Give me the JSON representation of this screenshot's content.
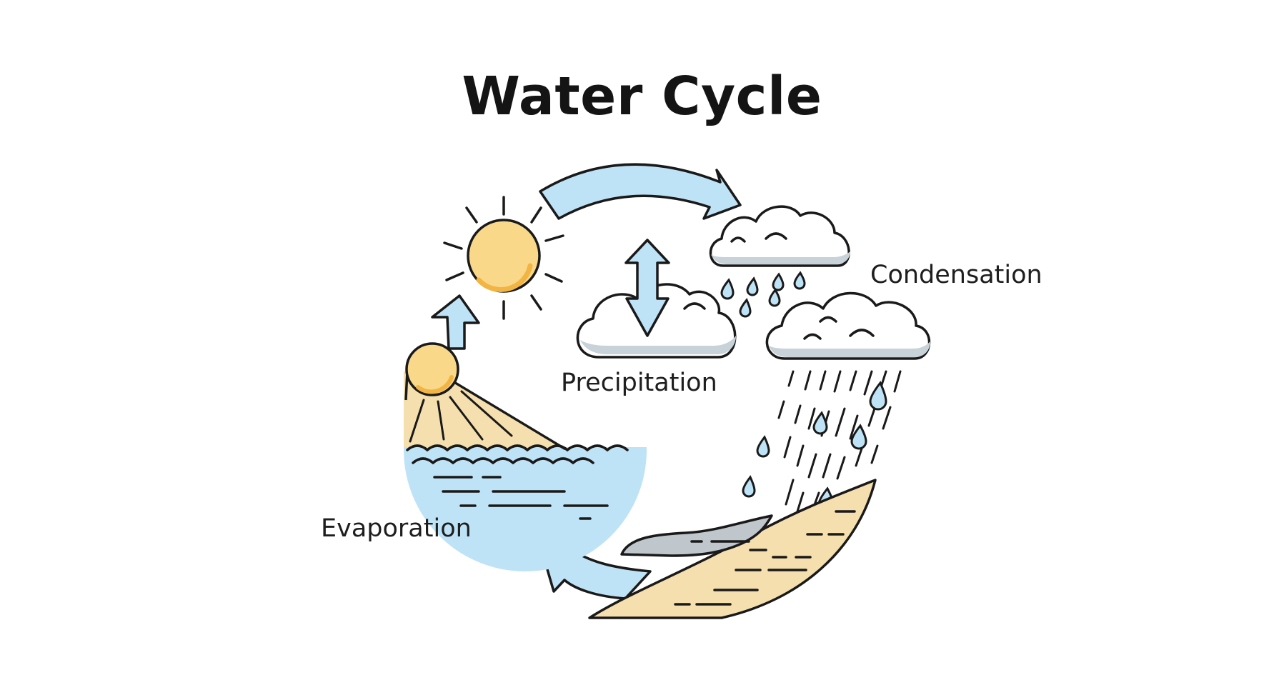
{
  "title": "Water Cycle",
  "labels": {
    "condensation": "Condensation",
    "precipitation": "Precipitation",
    "evaporation": "Evaporation"
  },
  "colors": {
    "water_blue": "#BFE3F6",
    "sun_yellow": "#FAD88A",
    "sand": "#F6DFAE",
    "cloud_shadow": "#C8D2D9",
    "outline": "#1A1A1A"
  },
  "icons": [
    "sun-icon",
    "cloud-icon",
    "raindrop-icon",
    "cycle-arrow-icon",
    "up-down-arrow-icon",
    "up-arrow-icon",
    "wave-icon"
  ]
}
